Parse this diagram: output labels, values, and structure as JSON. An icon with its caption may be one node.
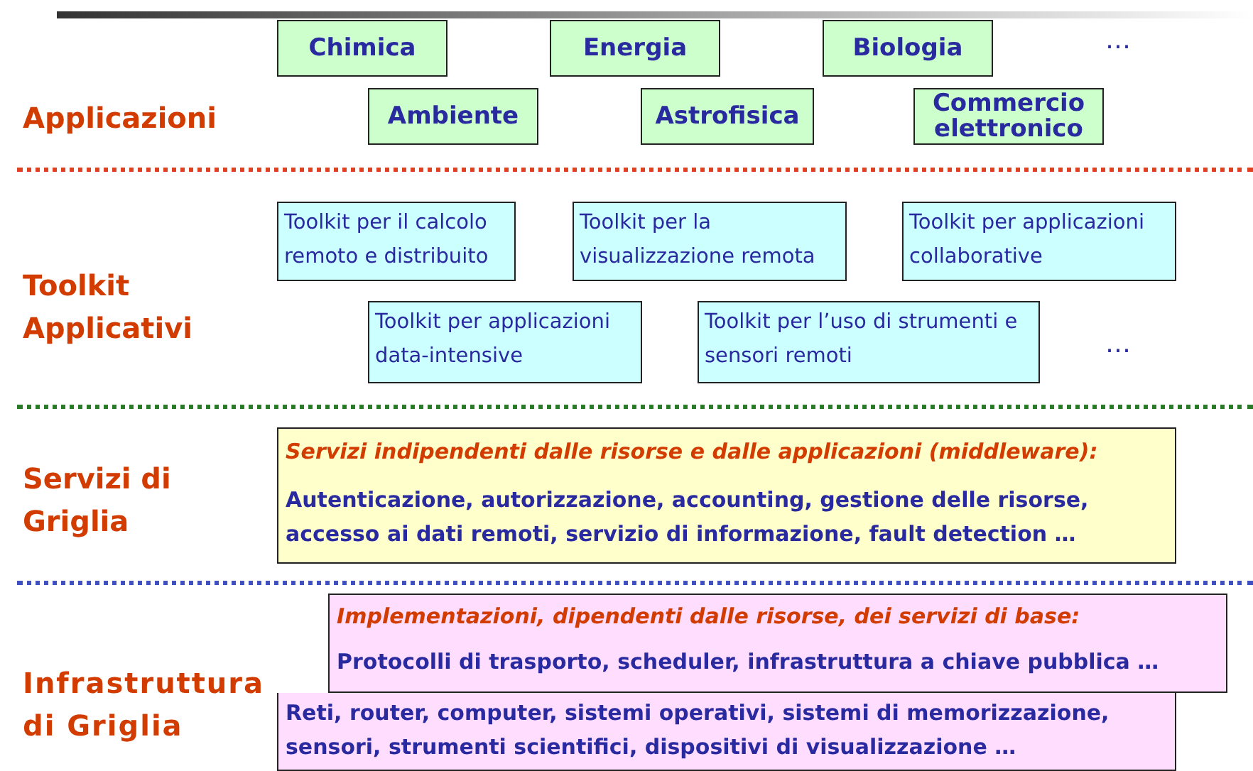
{
  "diagram": {
    "nodes": [
      {
        "text": [
          "Chimica"
        ]
      },
      {
        "text": [
          "Energia"
        ]
      },
      {
        "text": [
          "Biologia"
        ]
      },
      {
        "text": [
          "Ambiente"
        ]
      },
      {
        "text": [
          "Astrofisica"
        ]
      },
      {
        "text": [
          "Commercio elettronico"
        ]
      },
      {
        "text": [
          "Toolkit per il calcolo remoto e distribuito"
        ]
      },
      {
        "text": [
          "Toolkit per la visualizzazione remota"
        ]
      },
      {
        "text": [
          "Toolkit per applicazioni collaborative"
        ]
      },
      {
        "text": [
          "Toolkit per applicazioni data-intensive"
        ]
      },
      {
        "text": [
          "Toolkit per l’uso di strumenti e sensori remoti"
        ]
      },
      {
        "text": [
          "Servizi indipendenti dalle risorse e dalle applicazioni (middleware):",
          "Autenticazione, autorizzazione, accounting, gestione delle risorse, accesso ai dati remoti, servizio di informazione, fault detection …"
        ]
      },
      {
        "text": [
          "Implementazioni, dipendenti dalle risorse, dei servizi di base:",
          "Protocolli di trasporto, scheduler, infrastruttura a chiave pubblica …"
        ]
      },
      {
        "text": [
          "Reti, router, computer, sistemi operativi, sistemi di memorizzazione, sensori, strumenti scientifici, dispositivi di visualizzazione …"
        ]
      }
    ],
    "labels": [
      "…",
      "Applicazioni",
      "Toolkit Applicativi",
      "…",
      "Servizi di Griglia",
      "Infrastruttura di Griglia"
    ]
  }
}
